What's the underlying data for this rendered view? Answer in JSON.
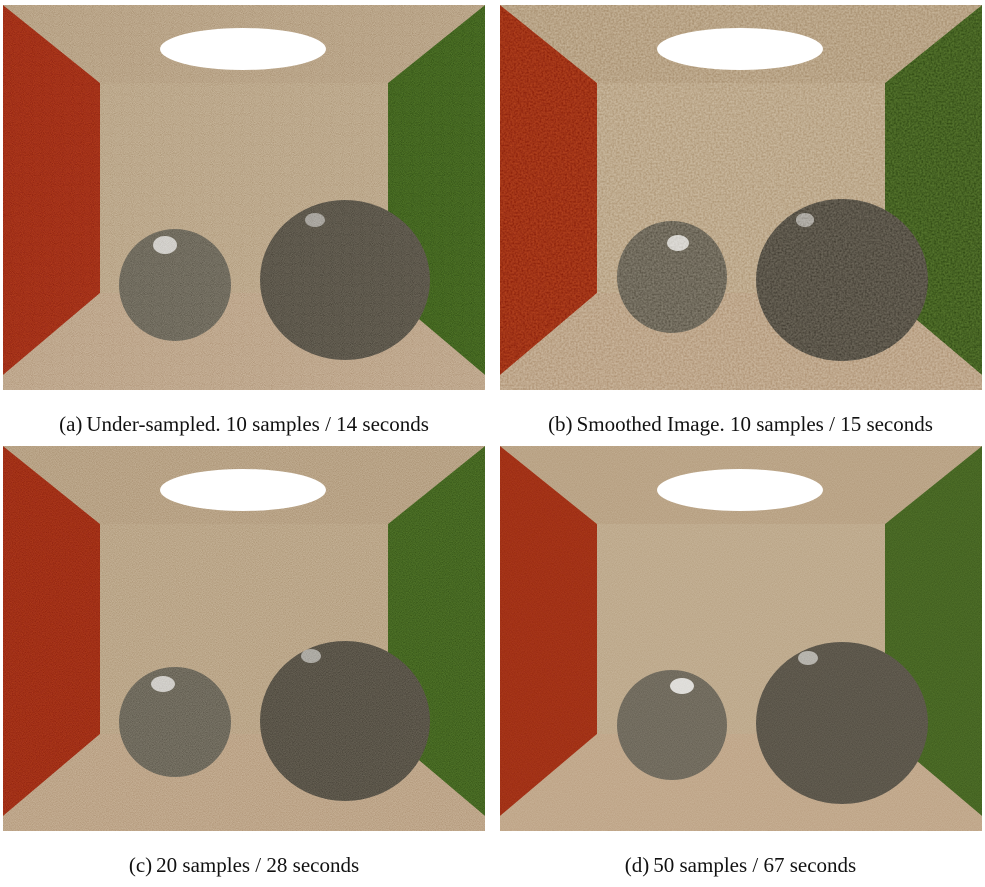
{
  "figure": {
    "panels": [
      {
        "id": "a",
        "label": "(a)",
        "caption": "Under-sampled. 10 samples / 14 seconds",
        "noise": 0.95,
        "blur": 0
      },
      {
        "id": "b",
        "label": "(b)",
        "caption": "Smoothed Image. 10 samples / 15 seconds",
        "noise": 0.55,
        "blur": 1
      },
      {
        "id": "c",
        "label": "(c)",
        "caption": "20 samples / 28 seconds",
        "noise": 0.7,
        "blur": 0
      },
      {
        "id": "d",
        "label": "(d)",
        "caption": "50 samples / 67 seconds",
        "noise": 0.45,
        "blur": 0
      }
    ]
  },
  "colors": {
    "left_wall": "#b5391c",
    "right_wall": "#5a7a2c",
    "back_wall": "#c8b8a0",
    "floor": "#c4ae96",
    "ceiling": "#bfae96",
    "light": "#ffffff",
    "sphere": "#8a8678"
  }
}
